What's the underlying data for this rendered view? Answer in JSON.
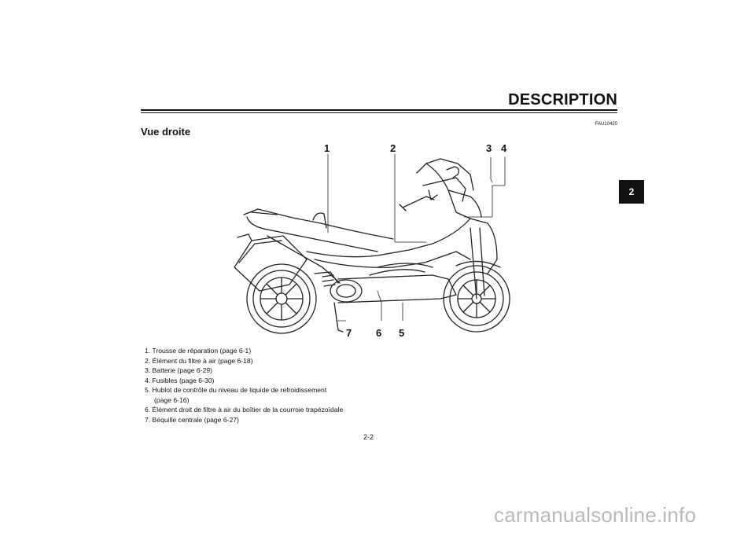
{
  "header": {
    "title": "DESCRIPTION",
    "doc_code": "FAU10420"
  },
  "section": {
    "title": "Vue droite"
  },
  "chapter_tab": "2",
  "callouts": [
    "1",
    "2",
    "3",
    "4",
    "5",
    "6",
    "7"
  ],
  "legend": [
    "1. Trousse de réparation (page 6-1)",
    "2. Élément du filtre à air (page 6-18)",
    "3. Batterie (page 6-29)",
    "4. Fusibles (page 6-30)",
    "5. Hublot de contrôle du niveau de liquide de refroidissement",
    "(page 6-16)",
    "6. Élément droit de filtre à air du boîtier de la courroie trapézoïdale",
    "7. Béquille centrale (page 6-27)"
  ],
  "page_number": "2-2",
  "watermark": "carmanualsonline.info"
}
